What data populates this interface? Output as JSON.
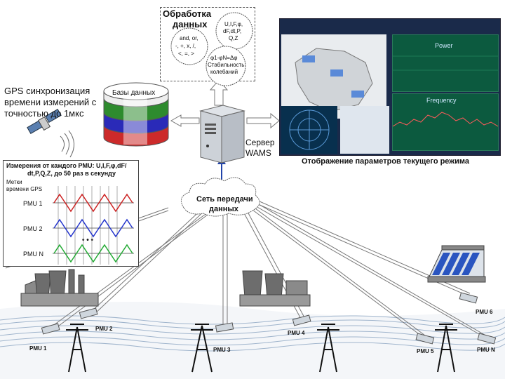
{
  "processing": {
    "title_line1": "Обработка",
    "title_line2": "данных",
    "gear1": [
      "U,I,F,φ,",
      "dF,dt,P,",
      "Q,Z"
    ],
    "gear2": [
      "and, or,",
      "-, +, x, /,",
      "<, =, >"
    ],
    "gear3": [
      "φ1-φN=Δφ",
      "Стабильность",
      "колебаний"
    ]
  },
  "database": {
    "label": "Базы данных",
    "colors": [
      "#2e8b2e",
      "#2a2ab8",
      "#cc2a2a"
    ]
  },
  "gps": {
    "line1": "GPS синхронизация",
    "line2": "времени измерений с",
    "line3": "точностью до 1мкс"
  },
  "server": {
    "line1": "Сервер",
    "line2": "WAMS"
  },
  "display": {
    "caption": "Отображение параметров текущего режима",
    "power_label": "Power",
    "frequency_label": "Frequency"
  },
  "measurements": {
    "title_line1": "Измерения от каждого PMU: U,I,F,φ,dF/",
    "title_line2": "dt,P,Q,Z, до 50 раз в секунду",
    "gps_label_line1": "Метки",
    "gps_label_line2": "времени GPS",
    "rows": [
      "PMU 1",
      "PMU 2",
      "PMU N"
    ],
    "ellipsis": "• • •",
    "wave_colors": [
      "#cc2222",
      "#2233cc",
      "#22aa33"
    ]
  },
  "network": {
    "line1": "Сеть передачи",
    "line2": "данных"
  },
  "pmu_labels": [
    "PMU 1",
    "PMU 2",
    "PMU 3",
    "PMU 4",
    "PMU 5",
    "PMU N",
    "PMU 6"
  ]
}
